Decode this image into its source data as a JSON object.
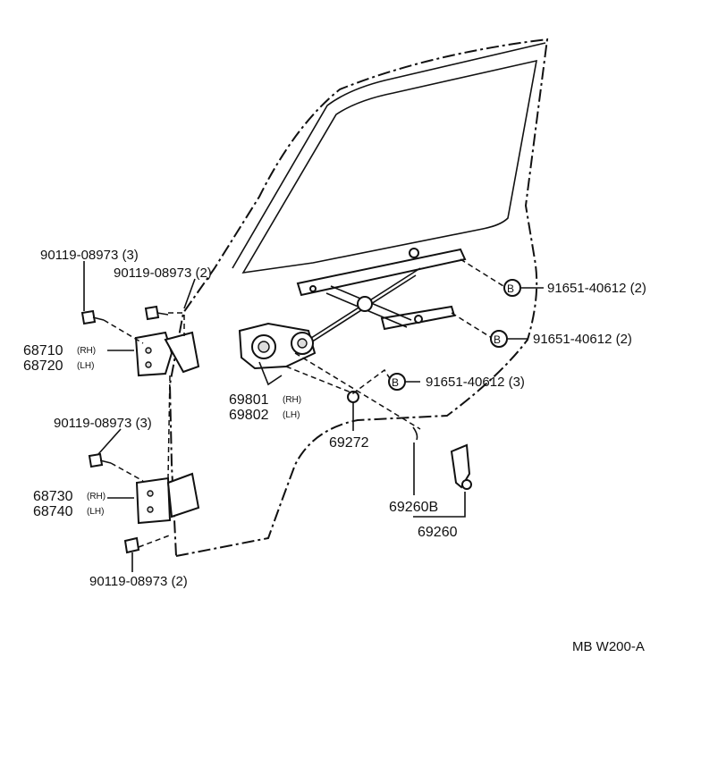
{
  "labels": {
    "bolt_top_left": "90119-08973 (3)",
    "bolt_top_right": "90119-08973 (2)",
    "hinge_upper_rh": "68710",
    "hinge_upper_rh_tag": "(RH)",
    "hinge_upper_lh": "68720",
    "hinge_upper_lh_tag": "(LH)",
    "bolt_mid": "90119-08973 (3)",
    "hinge_lower_rh": "68730",
    "hinge_lower_rh_tag": "(RH)",
    "hinge_lower_lh": "68740",
    "hinge_lower_lh_tag": "(LH)",
    "bolt_bottom": "90119-08973 (2)",
    "regulator_rh": "69801",
    "regulator_rh_tag": "(RH)",
    "regulator_lh": "69802",
    "regulator_lh_tag": "(LH)",
    "clip": "69272",
    "handle_sub": "69260B",
    "handle": "69260",
    "bolt_b1": "91651-40612 (2)",
    "bolt_b2": "91651-40612 (2)",
    "bolt_b3": "91651-40612 (3)",
    "b_marker": "B",
    "diagram_code": "MB  W200-A"
  },
  "colors": {
    "line": "#111111",
    "background": "#ffffff"
  }
}
